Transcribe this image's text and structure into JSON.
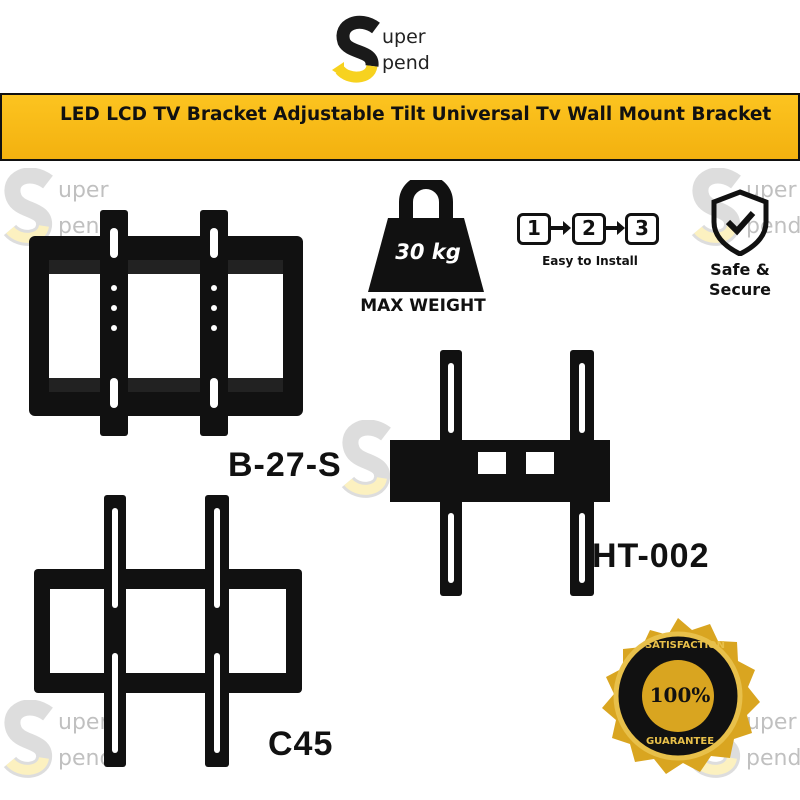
{
  "brand": {
    "logo_line1": "uper",
    "logo_line2": "pend",
    "logo_letter": "S",
    "colors": {
      "yellow": "#f7d21f",
      "dark": "#1a1a1a"
    }
  },
  "banner": {
    "title": "LED LCD TV Bracket Adjustable Tilt Universal Tv Wall Mount Bracket",
    "color": "#f9bf18"
  },
  "features": {
    "weight_value": "30 kg",
    "weight_label": "MAX WEIGHT",
    "steps": [
      "1",
      "2",
      "3"
    ],
    "steps_label": "Easy to Install",
    "safe_label_1": "Safe &",
    "safe_label_2": "Secure",
    "icons": [
      "weight-icon",
      "steps-icon",
      "shield-check-icon"
    ]
  },
  "models": {
    "m1": "B-27-S",
    "m2": "HT-002",
    "m3": "C45"
  },
  "badge": {
    "top": "SATISFACTION",
    "center": "100%",
    "bottom": "GUARANTEE",
    "color": "#d9a520"
  }
}
